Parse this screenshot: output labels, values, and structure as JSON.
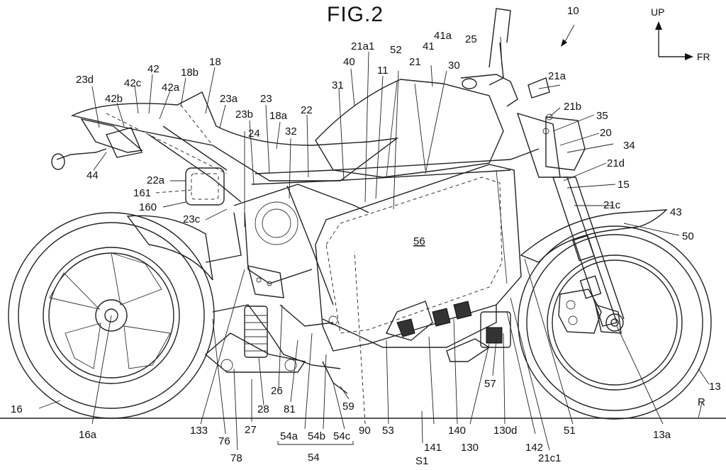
{
  "figure": {
    "title": "FIG.2",
    "directions": {
      "up": "UP",
      "front": "FR"
    }
  },
  "labels": {
    "l10": "10",
    "l25": "25",
    "l41a": "41a",
    "l41": "41",
    "l21a1": "21a1",
    "l52": "52",
    "l40": "40",
    "l11": "11",
    "l21": "21",
    "l30": "30",
    "l21a": "21a",
    "l21b": "21b",
    "l35": "35",
    "l20": "20",
    "l34": "34",
    "l21d": "21d",
    "l15": "15",
    "l21c": "21c",
    "l43": "43",
    "l50": "50",
    "l23d": "23d",
    "l42": "42",
    "l18b": "18b",
    "l18": "18",
    "l42c": "42c",
    "l42a": "42a",
    "l42b": "42b",
    "l23a": "23a",
    "l23": "23",
    "l23b": "23b",
    "l18a": "18a",
    "l22": "22",
    "l31": "31",
    "l24": "24",
    "l32": "32",
    "l44": "44",
    "l22a": "22a",
    "l161": "161",
    "l160": "160",
    "l23c": "23c",
    "l56": "56",
    "l16": "16",
    "l16a": "16a",
    "l13": "13",
    "lR": "R",
    "l13a": "13a",
    "l133": "133",
    "l76": "76",
    "l78": "78",
    "l27": "27",
    "l28": "28",
    "l26": "26",
    "l81": "81",
    "l54a": "54a",
    "l54b": "54b",
    "l54c": "54c",
    "l54": "54",
    "l90": "90",
    "l59": "59",
    "l53": "53",
    "lS1": "S1",
    "l141": "141",
    "l140": "140",
    "l130": "130",
    "l57": "57",
    "l130d": "130d",
    "l142": "142",
    "l21c1": "21c1",
    "l51": "51"
  }
}
